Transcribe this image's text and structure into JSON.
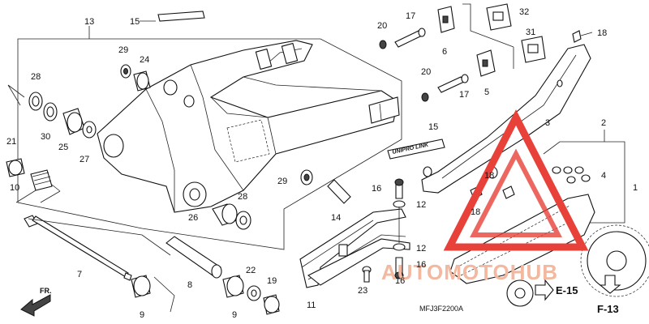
{
  "diagram": {
    "code": "MFJ3F2200A",
    "front_marker": "FR.",
    "decal_text": "UNIPRO LINK",
    "refs": {
      "e15": "E-15",
      "f13": "F-13"
    },
    "watermark": {
      "text": "AUTOMOTOHUB",
      "color": "#e8413a",
      "accent": "#f2b8a0"
    },
    "labels": {
      "p1": "1",
      "p2": "2",
      "p3": "3",
      "p4": "4",
      "p5": "5",
      "p6": "6",
      "p7": "7",
      "p8": "8",
      "p9a": "9",
      "p9b": "9",
      "p10": "10",
      "p11": "11",
      "p12a": "12",
      "p12b": "12",
      "p13": "13",
      "p14": "14",
      "p15a": "15",
      "p15b": "15",
      "p16a": "16",
      "p16b": "16",
      "p16c": "16",
      "p17a": "17",
      "p17b": "17",
      "p18a": "18",
      "p18b": "18",
      "p18c": "18",
      "p19": "19",
      "p20a": "20",
      "p20b": "20",
      "p21": "21",
      "p22": "22",
      "p23": "23",
      "p24": "24",
      "p25": "25",
      "p26": "26",
      "p27": "27",
      "p28a": "28",
      "p28b": "28",
      "p29a": "29",
      "p29b": "29",
      "p30": "30",
      "p31": "31",
      "p32": "32"
    }
  }
}
